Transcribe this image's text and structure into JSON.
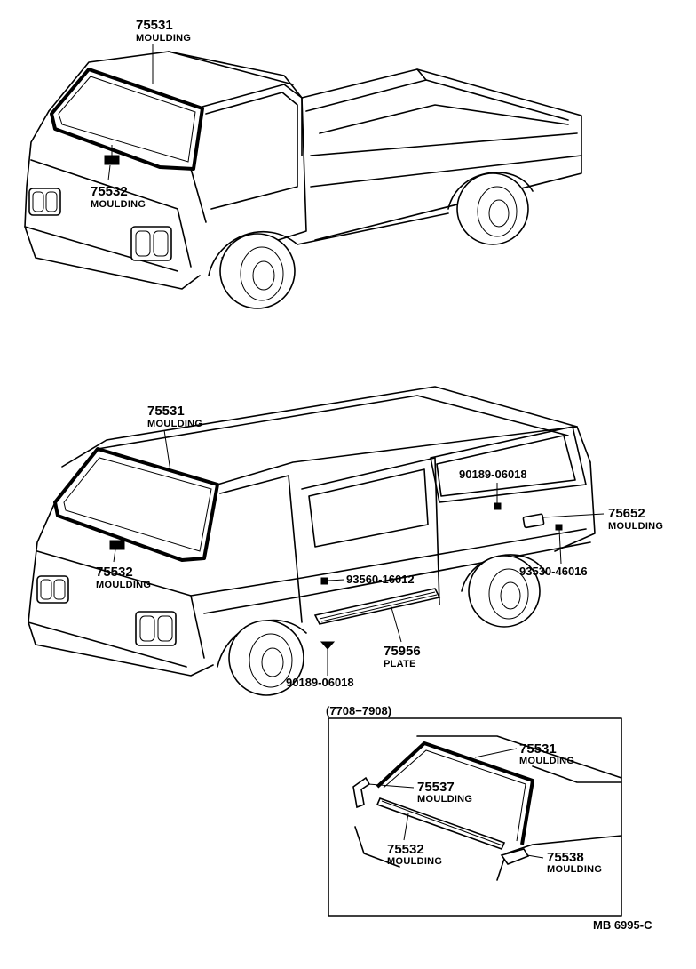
{
  "diagram": {
    "truck": {
      "callouts": [
        {
          "number": "75531",
          "name": "MOULDING"
        },
        {
          "number": "75532",
          "name": "MOULDING"
        }
      ]
    },
    "van": {
      "callouts": [
        {
          "number": "75531",
          "name": "MOULDING"
        },
        {
          "number": "75532",
          "name": "MOULDING"
        },
        {
          "number": "75652",
          "name": "MOULDING"
        },
        {
          "number": "75956",
          "name": "PLATE"
        }
      ],
      "fasteners": [
        "90189-06018",
        "93560-16012",
        "93530-46016",
        "90189-06018"
      ]
    },
    "inset": {
      "title": "(7708−7908)",
      "callouts": [
        {
          "number": "75531",
          "name": "MOULDING"
        },
        {
          "number": "75537",
          "name": "MOULDING"
        },
        {
          "number": "75532",
          "name": "MOULDING"
        },
        {
          "number": "75538",
          "name": "MOULDING"
        }
      ]
    },
    "figure_code": "MB 6995-C"
  }
}
